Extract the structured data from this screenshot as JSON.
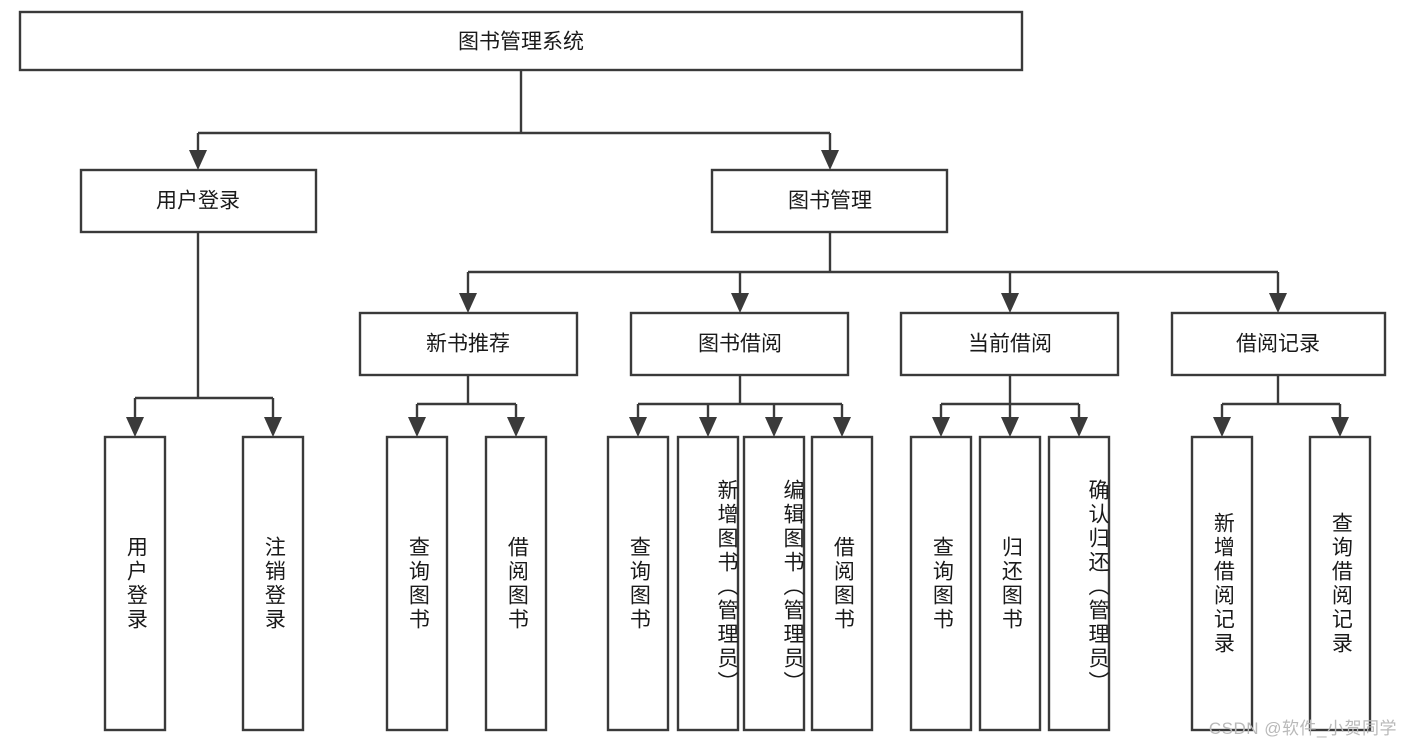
{
  "diagram": {
    "type": "tree-hierarchy",
    "orientation": "top-down",
    "title": "图书管理系统",
    "colors": {
      "box_stroke": "#3a3a3a",
      "box_fill": "#ffffff",
      "connector": "#3a3a3a",
      "text": "#1a1a1a",
      "watermark": "#b9b9b9",
      "background": "#ffffff"
    },
    "root": {
      "id": "root",
      "label": "图书管理系统",
      "orientation": "horizontal"
    },
    "level2": [
      {
        "id": "user-login",
        "label": "用户登录",
        "orientation": "horizontal"
      },
      {
        "id": "book-manage",
        "label": "图书管理",
        "orientation": "horizontal"
      }
    ],
    "level3": [
      {
        "id": "new-book-recommend",
        "label": "新书推荐",
        "orientation": "horizontal",
        "parent": "book-manage"
      },
      {
        "id": "book-borrow",
        "label": "图书借阅",
        "orientation": "horizontal",
        "parent": "book-manage"
      },
      {
        "id": "current-borrow",
        "label": "当前借阅",
        "orientation": "horizontal",
        "parent": "book-manage"
      },
      {
        "id": "borrow-record",
        "label": "借阅记录",
        "orientation": "horizontal",
        "parent": "book-manage"
      }
    ],
    "leaves": [
      {
        "id": "leaf-user-login",
        "label": "用户登录",
        "orientation": "vertical",
        "parent": "user-login"
      },
      {
        "id": "leaf-logout",
        "label": "注销登录",
        "orientation": "vertical",
        "parent": "user-login"
      },
      {
        "id": "leaf-query-book-1",
        "label": "查询图书",
        "orientation": "vertical",
        "parent": "new-book-recommend"
      },
      {
        "id": "leaf-borrow-book-1",
        "label": "借阅图书",
        "orientation": "vertical",
        "parent": "new-book-recommend"
      },
      {
        "id": "leaf-query-book-2",
        "label": "查询图书",
        "orientation": "vertical",
        "parent": "book-borrow"
      },
      {
        "id": "leaf-add-book",
        "label": "新增图书（管理员）",
        "orientation": "vertical",
        "parent": "book-borrow"
      },
      {
        "id": "leaf-edit-book",
        "label": "编辑图书（管理员）",
        "orientation": "vertical",
        "parent": "book-borrow"
      },
      {
        "id": "leaf-borrow-book-2",
        "label": "借阅图书",
        "orientation": "vertical",
        "parent": "book-borrow"
      },
      {
        "id": "leaf-query-book-3",
        "label": "查询图书",
        "orientation": "vertical",
        "parent": "current-borrow"
      },
      {
        "id": "leaf-return-book",
        "label": "归还图书",
        "orientation": "vertical",
        "parent": "current-borrow"
      },
      {
        "id": "leaf-confirm-return",
        "label": "确认归还（管理员）",
        "orientation": "vertical",
        "parent": "current-borrow"
      },
      {
        "id": "leaf-add-record",
        "label": "新增借阅记录",
        "orientation": "vertical",
        "parent": "borrow-record"
      },
      {
        "id": "leaf-query-record",
        "label": "查询借阅记录",
        "orientation": "vertical",
        "parent": "borrow-record"
      }
    ]
  },
  "watermark": {
    "text": "CSDN @软件_小贺同学"
  }
}
